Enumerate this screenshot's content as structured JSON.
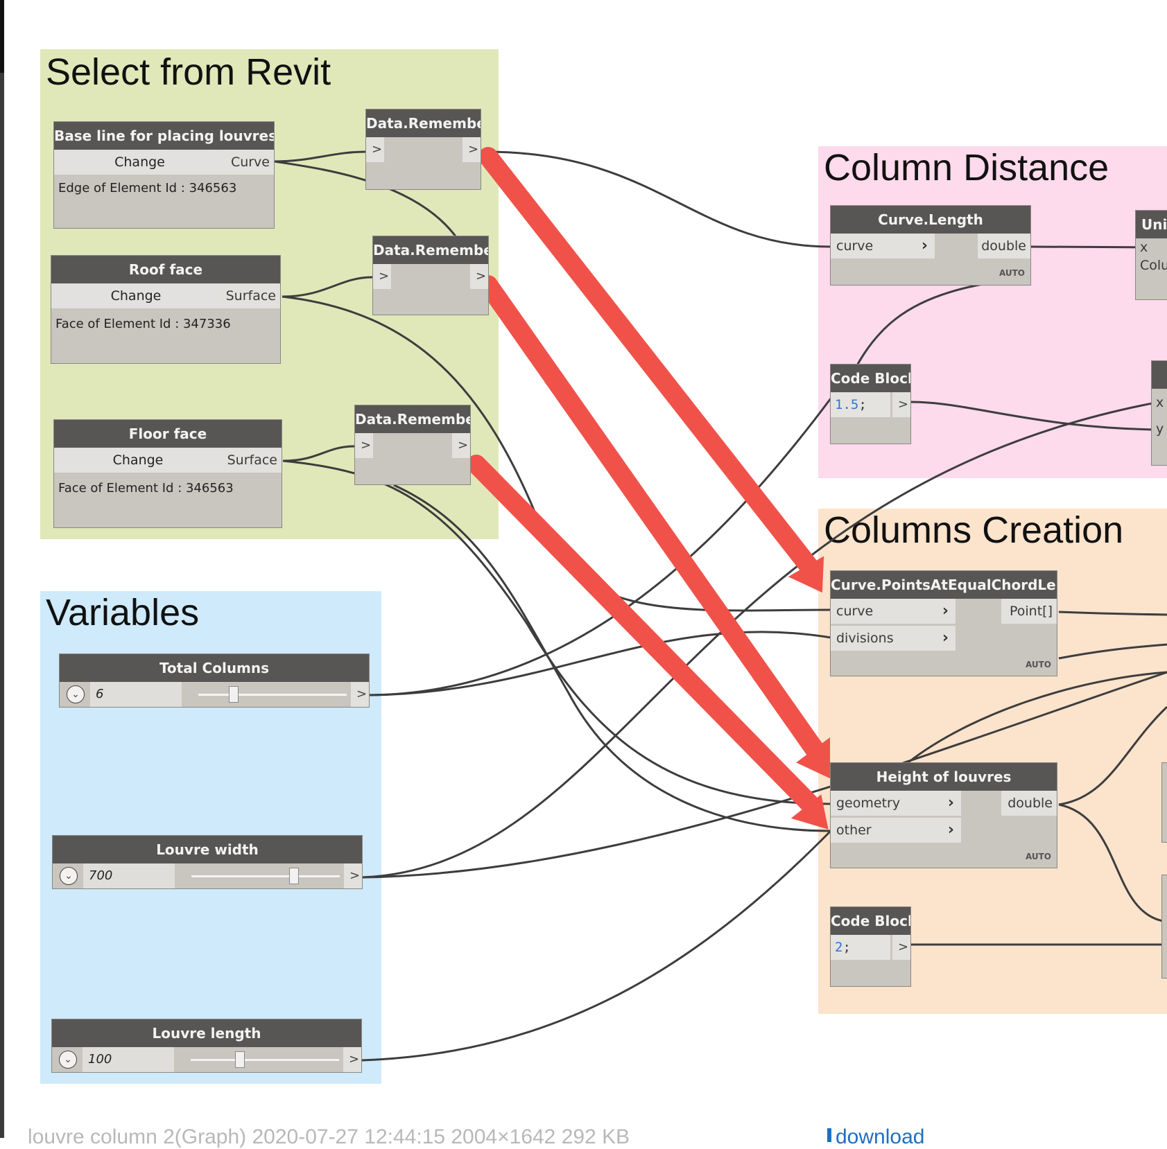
{
  "groups": {
    "select_from_revit": {
      "title": "Select from Revit",
      "color": "#e0e8b9"
    },
    "variables": {
      "title": "Variables",
      "color": "#ceeafb"
    },
    "column_distance": {
      "title": "Column Distance",
      "color": "#fddaec"
    },
    "columns_creation": {
      "title": "Columns Creation",
      "color": "#fbe3cc"
    }
  },
  "nodes": {
    "base_line": {
      "title": "Base line for placing louvres",
      "button": "Change",
      "output": "Curve",
      "info": "Edge of Element Id : 346563"
    },
    "roof_face": {
      "title": "Roof face",
      "button": "Change",
      "output": "Surface",
      "info": "Face of Element Id : 347336"
    },
    "floor_face": {
      "title": "Floor face",
      "button": "Change",
      "output": "Surface",
      "info": "Face of Element Id : 346563"
    },
    "remember1": {
      "title": "Data.Remember",
      "in": ">",
      "out": ">"
    },
    "remember2": {
      "title": "Data.Remember",
      "in": ">",
      "out": ">"
    },
    "remember3": {
      "title": "Data.Remember",
      "in": ">",
      "out": ">"
    },
    "total_columns": {
      "title": "Total Columns",
      "value": "6",
      "out": ">",
      "slider_fraction": 0.24
    },
    "louvre_width": {
      "title": "Louvre width",
      "value": "700",
      "out": ">",
      "slider_fraction": 0.69
    },
    "louvre_length": {
      "title": "Louvre length",
      "value": "100",
      "out": ">",
      "slider_fraction": 0.33
    },
    "curve_length": {
      "title": "Curve.Length",
      "in": "curve",
      "out": "double",
      "lacing": "AUTO"
    },
    "code_block_1": {
      "title": "Code Block",
      "code_num": "1.5",
      "code_tail": ";",
      "out": ">"
    },
    "unit_partial": {
      "title": "Unit",
      "in1": "x",
      "in2": "Colu"
    },
    "xy_partial": {
      "in1": "x",
      "in2": "y"
    },
    "points_at_chord": {
      "title": "Curve.PointsAtEqualChordLength",
      "in1": "curve",
      "in2": "divisions",
      "out": "Point[]",
      "lacing": "AUTO"
    },
    "height_of_louvres": {
      "title": "Height of louvres",
      "in1": "geometry",
      "in2": "other",
      "out": "double",
      "lacing": "AUTO"
    },
    "code_block_2": {
      "title": "Code Block",
      "code_num": "2",
      "code_tail": ";",
      "out": ">"
    }
  },
  "footer": {
    "caption": "louvre column 2(Graph)  2020-07-27  12:44:15   2004×1642 292 KB",
    "link": "download"
  },
  "colors": {
    "wire": "#3d3d3d",
    "arrow": "#f0524a",
    "node_header": "#585655",
    "node_body": "#c9c5bf"
  }
}
